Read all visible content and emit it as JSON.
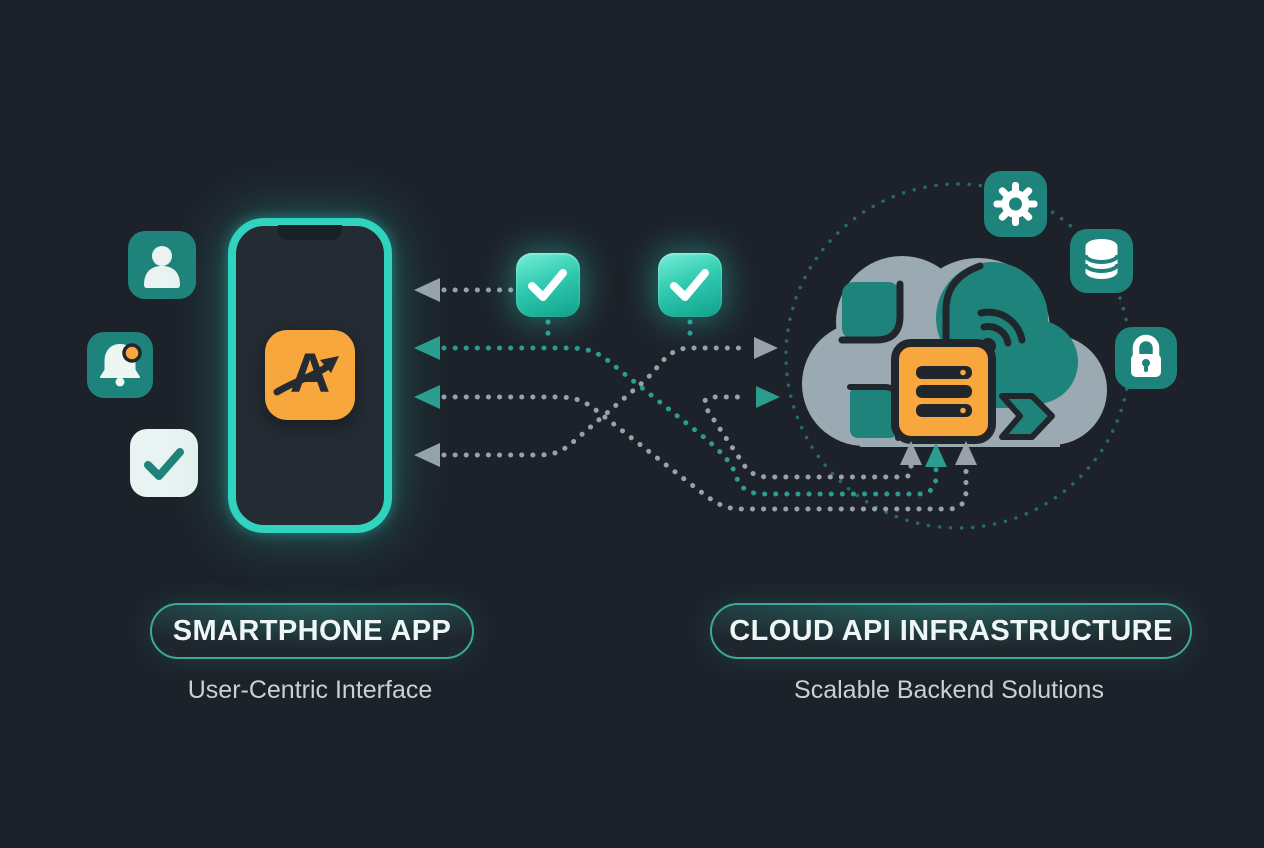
{
  "colors": {
    "background": "#1d222a",
    "tile_teal": "#1e837a",
    "bright_teal": "#2fd3be",
    "orange": "#f7a73c",
    "cloud_gray": "#9aa9b2",
    "outline_dark": "#20262c",
    "line_gray": "#99a2a9",
    "line_teal": "#2a9d8f",
    "light_tile": "#e9f3f1"
  },
  "left": {
    "phone": {
      "app_letter": "A"
    },
    "icons": {
      "user": "user-icon",
      "bell": "notification-bell-icon",
      "check": "check-icon"
    },
    "pill": "SMARTPHONE APP",
    "subtitle": "User-Centric Interface"
  },
  "middle": {
    "checkboxes": [
      "check-badge-1",
      "check-badge-2"
    ]
  },
  "right": {
    "icons": {
      "gear": "gear-icon",
      "database": "database-icon",
      "lock": "lock-icon",
      "cloud": "cloud-icon",
      "wifi": "wifi-icon",
      "server": "server-icon"
    },
    "pill": "CLOUD API INFRASTRUCTURE",
    "subtitle": "Scalable Backend Solutions"
  }
}
